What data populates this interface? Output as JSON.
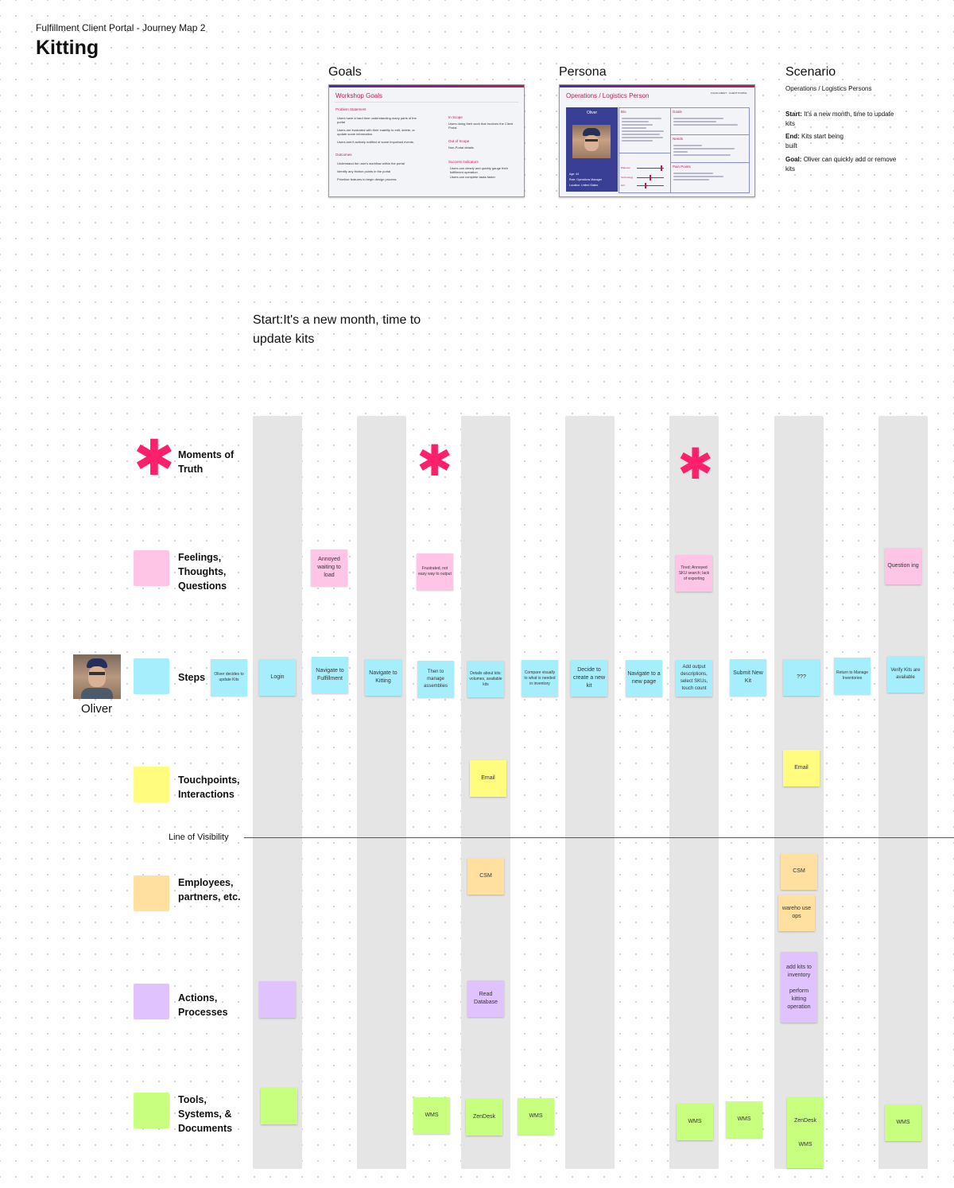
{
  "header": {
    "subtitle": "Fulfillment Client Portal - Journey Map 2",
    "title": "Kitting"
  },
  "goals": {
    "heading": "Goals",
    "card_title": "Workshop Goals",
    "problem_label": "Problem Statement",
    "problems": [
      "Users have a hard time understanding many parts of the portal",
      "Users are frustrated with their inability to edit, delete, or update some information.",
      "Users aren't actively notified of some important events."
    ],
    "outcomes_label": "Outcomes",
    "outcomes": [
      "Understand the user's workflow within the portal",
      "Identify any friction points in the portal",
      "Prioritize features to begin design process"
    ],
    "in_scope_label": "In Scope",
    "in_scope": "Users doing their work that involves the Client Portal",
    "out_scope_label": "Out of Scope",
    "out_scope": "Non-Portal details",
    "success_label": "Success Indicators",
    "success": [
      "Users can clearly and quickly gauge their fulfillment operation",
      "Users can complete tasks faster"
    ]
  },
  "persona": {
    "heading": "Persona",
    "card_title": "Operations / Logistics Person",
    "brand": "FULFILLMENT · CLIENT PORTAL",
    "name": "Oliver",
    "bio_label": "Bio",
    "goals_label": "Goals",
    "needs_label": "Needs",
    "pain_label": "Pain Points",
    "age": "Age: 44",
    "role": "Role: Operations Manager",
    "location": "Location: United States",
    "sliders": [
      "Patience",
      "Technology",
      "Grit"
    ]
  },
  "scenario": {
    "heading": "Scenario",
    "persona": "Operations / Logistics Persons",
    "start_label": "Start:",
    "start_text": "It's a new month, time to update kits",
    "end_label": "End:",
    "end_text": "Kits start being built",
    "goal_label": "Goal:",
    "goal_text": "Oliver can quickly add or remove kits"
  },
  "start": {
    "label": "Start:",
    "text": "It's a new month, time to update kits"
  },
  "rows": {
    "moments": "Moments of Truth",
    "feelings": "Feelings, Thoughts, Questions",
    "steps": "Steps",
    "touchpoints": "Touchpoints, Interactions",
    "line_of_visibility": "Line of Visibility",
    "employees": "Employees, partners, etc.",
    "actions": "Actions, Processes",
    "tools": "Tools, Systems, & Documents"
  },
  "persona_avatar_name": "Oliver",
  "colors": {
    "pink": "#ffc5e6",
    "blue": "#a7eefd",
    "yellow": "#fffc7e",
    "orange": "#ffe0a0",
    "purple": "#e0c2ff",
    "green": "#c8ff7e",
    "star": "#ff1f6b",
    "column": "#e5e5e5",
    "accent": "#c2185b"
  },
  "notes": {
    "feelings": [
      "Annoyed waiting to load",
      "Frustrated, not easy way to output",
      "Tired; Annoyed SKU search; lack of exporting",
      "Question ing"
    ],
    "steps": [
      "Oliver decides to update Kits",
      "Login",
      "Navigate to Fulfillment",
      "Navigate to Kitting",
      "Then to manage assemblies",
      "Details about kits: volumes, available kits",
      "Compare visually to what is needed in inventory",
      "Decide to create a new kit",
      "Navigate to a new page",
      "Add output descriptions, select SKUs, touch count",
      "Submit New Kit",
      "???",
      "Return to Manage Inventories",
      "Verify Kits are available"
    ],
    "touchpoints": [
      "Email",
      "Email"
    ],
    "employees": [
      "CSM",
      "CSM",
      "wareho use ops"
    ],
    "actions": [
      "Read Database",
      "add kits to inventory\n\nperform kitting operation"
    ],
    "tools": [
      "WMS",
      "ZenDesk",
      "WMS",
      "WMS",
      "WMS",
      "ZenDesk\n\n\nWMS",
      "WMS"
    ]
  },
  "icons": {
    "moment": "asterisk-icon"
  }
}
